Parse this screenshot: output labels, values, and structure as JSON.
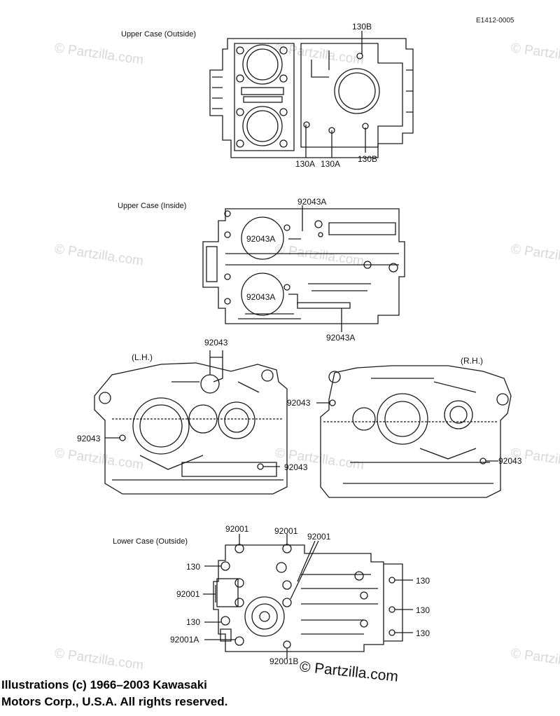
{
  "ref_code": "E1412-0005",
  "sections": {
    "upper_outside": {
      "title": "Upper Case (Outside)",
      "labels": [
        "130B",
        "130A",
        "130A",
        "130B"
      ]
    },
    "upper_inside": {
      "title": "Upper Case (Inside)",
      "labels": [
        "92043A",
        "92043A",
        "92043A",
        "92043A"
      ]
    },
    "side_lh": {
      "title": "(L.H.)",
      "labels": [
        "92043",
        "92043",
        "92043"
      ]
    },
    "side_rh": {
      "title": "(R.H.)",
      "labels": [
        "92043",
        "92043"
      ]
    },
    "lower_outside": {
      "title": "Lower Case (Outside)",
      "labels": [
        "92001",
        "92001",
        "92001",
        "130",
        "92001",
        "130",
        "92001A",
        "92001B",
        "130",
        "130",
        "130"
      ]
    }
  },
  "watermark": "© Partzilla.com",
  "brand_watermark": "© Partzilla.com",
  "copyright": {
    "line1": "Illustrations (c) 1966–2003 Kawasaki",
    "line2": "Motors Corp., U.S.A.  All rights reserved."
  }
}
